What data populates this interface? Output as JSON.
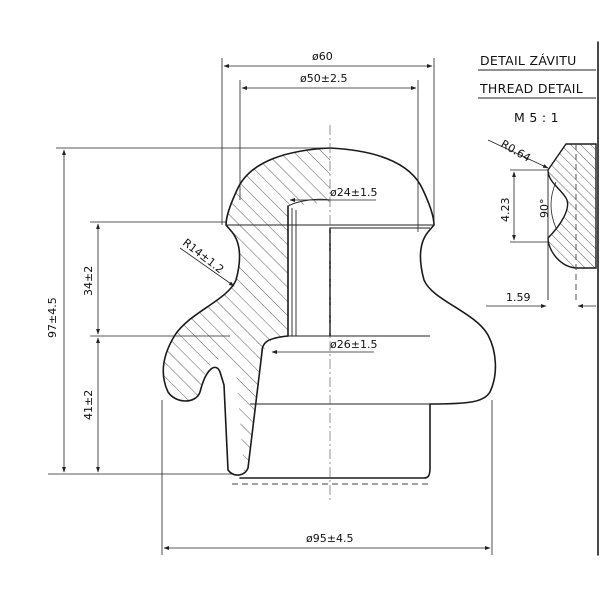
{
  "main_view": {
    "dims": {
      "dia60": "ø60",
      "dia50": "ø50±2.5",
      "dia24": "ø24±1.5",
      "dia26": "ø26±1.5",
      "r14": "R14±1.2",
      "h97": "97±4.5",
      "h34": "34±2",
      "h41": "41±2",
      "dia95": "ø95±4.5"
    }
  },
  "thread_detail": {
    "title_cz": "DETAIL ZÁVITU",
    "title_en": "THREAD DETAIL",
    "scale": "M 5 : 1",
    "dims": {
      "radius": "R0.64",
      "pitch": "4.23",
      "angle": "90°",
      "depth": "1.59"
    }
  }
}
